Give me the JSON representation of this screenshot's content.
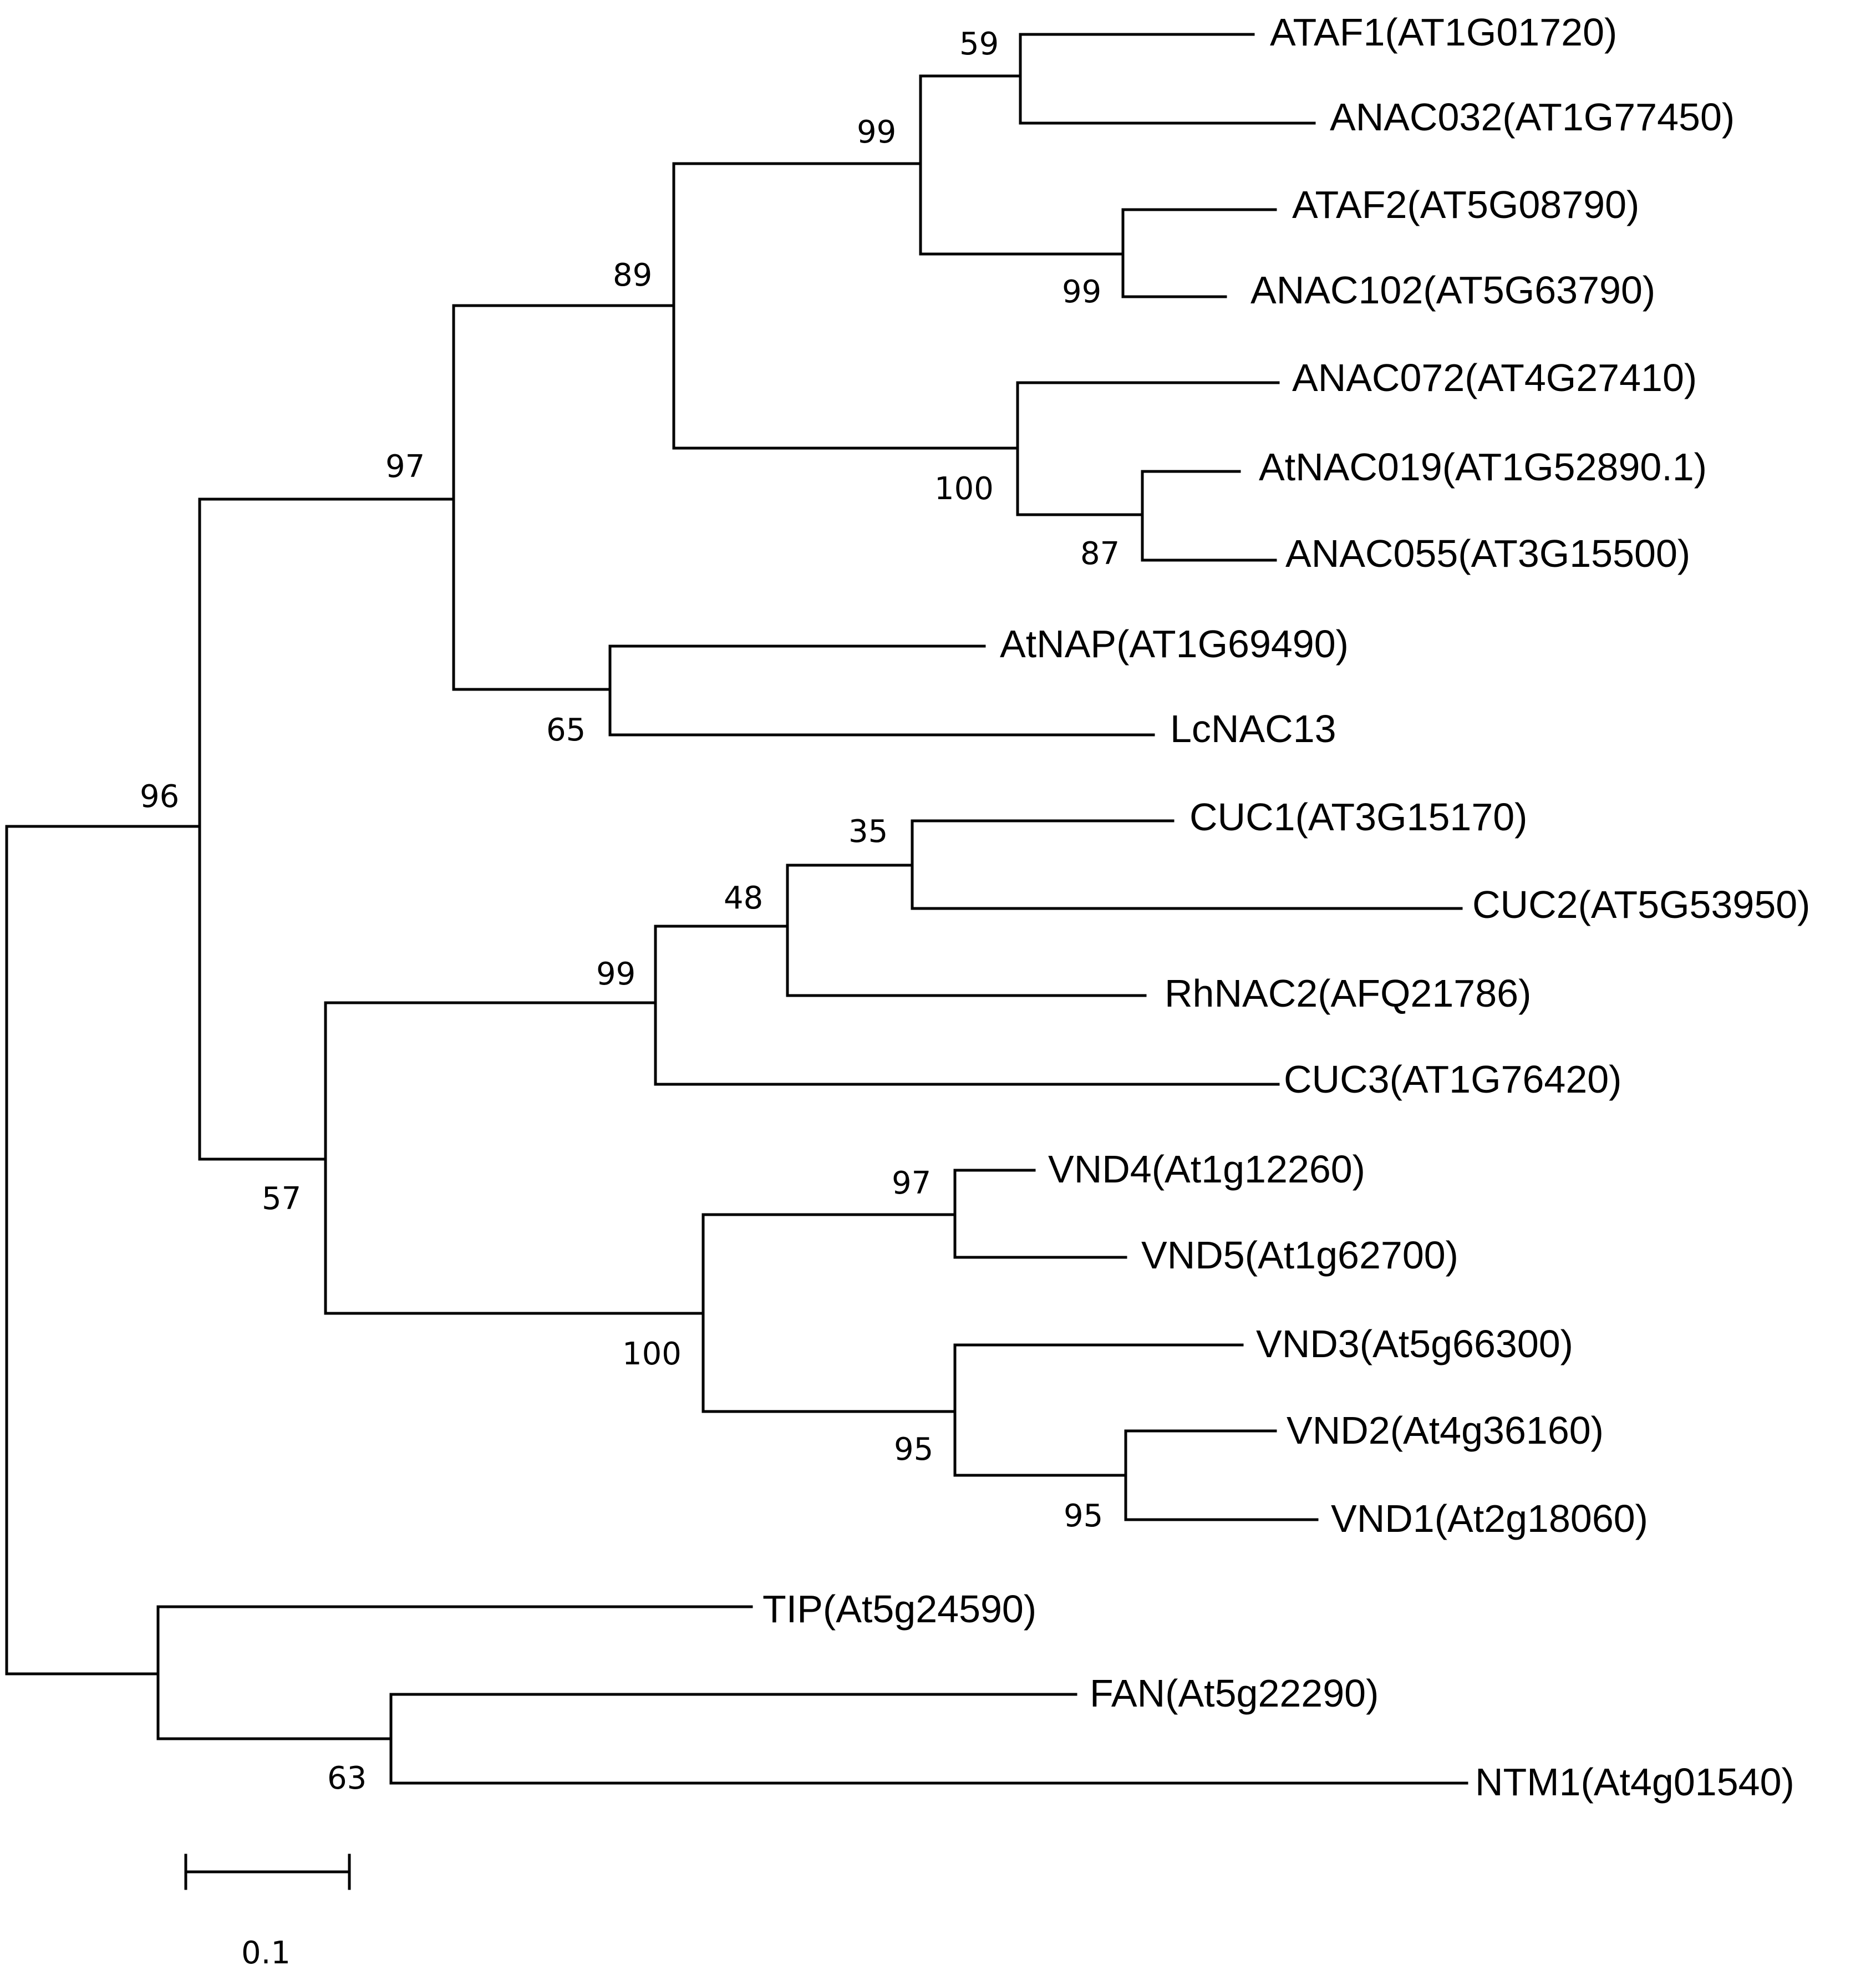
{
  "tree": {
    "line_color": "#000000",
    "leaves": [
      {
        "id": "ataf1",
        "label": "ATAF1(AT1G01720)"
      },
      {
        "id": "anac032",
        "label": "ANAC032(AT1G77450)"
      },
      {
        "id": "ataf2",
        "label": "ATAF2(AT5G08790)"
      },
      {
        "id": "anac102",
        "label": "ANAC102(AT5G63790)"
      },
      {
        "id": "anac072",
        "label": "ANAC072(AT4G27410)"
      },
      {
        "id": "atnac019",
        "label": "AtNAC019(AT1G52890.1)"
      },
      {
        "id": "anac055",
        "label": "ANAC055(AT3G15500)"
      },
      {
        "id": "atnap",
        "label": "AtNAP(AT1G69490)"
      },
      {
        "id": "lcnac13",
        "label": "LcNAC13"
      },
      {
        "id": "cuc1",
        "label": "CUC1(AT3G15170)"
      },
      {
        "id": "cuc2",
        "label": "CUC2(AT5G53950)"
      },
      {
        "id": "rhnac2",
        "label": "RhNAC2(AFQ21786)"
      },
      {
        "id": "cuc3",
        "label": "CUC3(AT1G76420)"
      },
      {
        "id": "vnd4",
        "label": "VND4(At1g12260)"
      },
      {
        "id": "vnd5",
        "label": "VND5(At1g62700)"
      },
      {
        "id": "vnd3",
        "label": "VND3(At5g66300)"
      },
      {
        "id": "vnd2",
        "label": "VND2(At4g36160)"
      },
      {
        "id": "vnd1",
        "label": "VND1(At2g18060)"
      },
      {
        "id": "tip",
        "label": "TIP(At5g24590)"
      },
      {
        "id": "fan",
        "label": "FAN(At5g22290)"
      },
      {
        "id": "ntm1",
        "label": "NTM1(At4g01540)"
      }
    ],
    "support_values": [
      {
        "clade": "ATAF1+ANAC032",
        "value": "59"
      },
      {
        "clade": "ATAF1..ANAC102",
        "value": "99"
      },
      {
        "clade": "ATAF2+ANAC102",
        "value": "99"
      },
      {
        "clade": "ATAF1..ANAC055",
        "value": "89"
      },
      {
        "clade": "ANAC072..ANAC055",
        "value": "100"
      },
      {
        "clade": "AtNAC019+ANAC055",
        "value": "87"
      },
      {
        "clade": "ATAF1..LcNAC13",
        "value": "97"
      },
      {
        "clade": "AtNAP+LcNAC13",
        "value": "65"
      },
      {
        "clade": "ATAF1..VND1",
        "value": "96"
      },
      {
        "clade": "CUC1+CUC2",
        "value": "35"
      },
      {
        "clade": "CUC1..RhNAC2",
        "value": "48"
      },
      {
        "clade": "CUC1..CUC3",
        "value": "99"
      },
      {
        "clade": "CUC1..VND1",
        "value": "57"
      },
      {
        "clade": "VND4+VND5",
        "value": "97"
      },
      {
        "clade": "VND4..VND1",
        "value": "100"
      },
      {
        "clade": "VND3..VND1",
        "value": "95"
      },
      {
        "clade": "VND2+VND1",
        "value": "95"
      },
      {
        "clade": "FAN+NTM1",
        "value": "63"
      }
    ],
    "scale_bar": {
      "label": "0.1",
      "length": 0.1
    }
  }
}
